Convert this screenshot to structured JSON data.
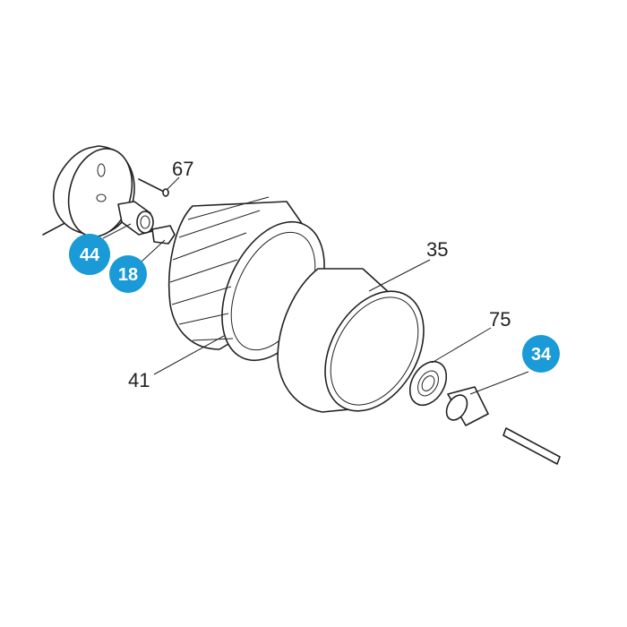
{
  "diagram": {
    "badge_color": "#1a9ad6",
    "labels": {
      "p67": "67",
      "p35": "35",
      "p75": "75",
      "p41": "41"
    },
    "badges": {
      "p44": "44",
      "p18": "18",
      "p34": "34"
    }
  }
}
